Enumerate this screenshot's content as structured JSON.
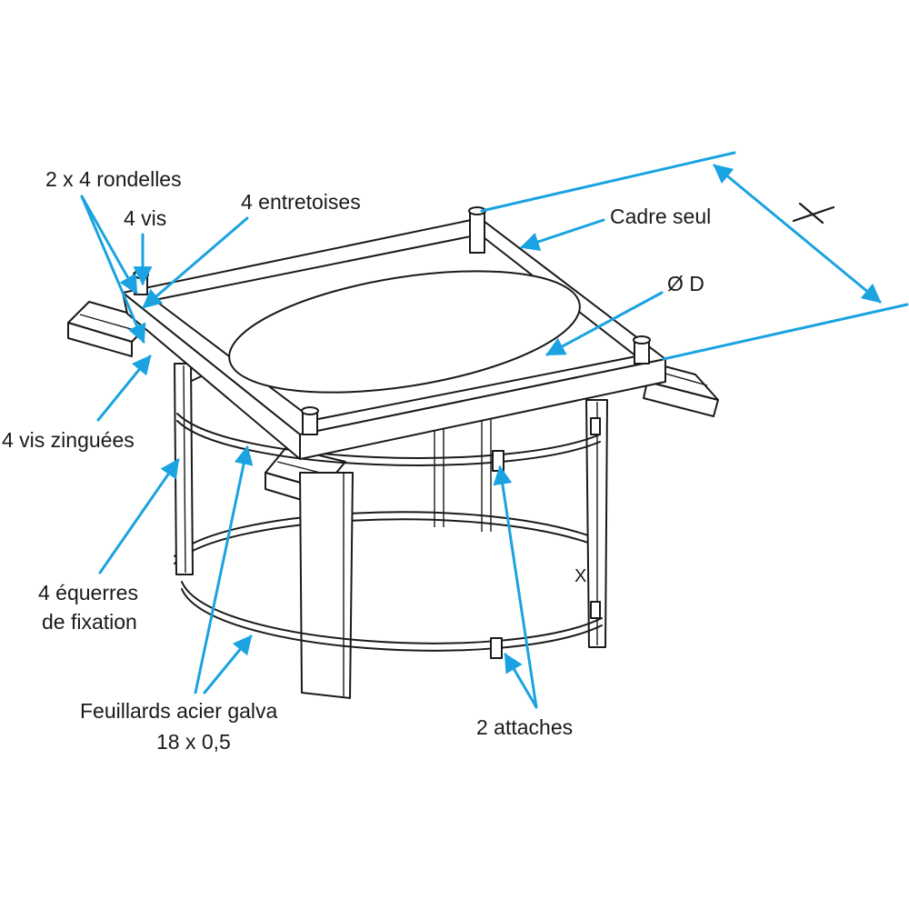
{
  "colors": {
    "pointer": "#1aa3e0",
    "ink": "#1a1a1a",
    "background": "#ffffff"
  },
  "labels": {
    "rondelles": "2 x 4 rondelles",
    "vis": "4 vis",
    "entretoises": "4 entretoises",
    "cadre_seul": "Cadre seul",
    "diametre": "Ø D",
    "dimension_x": "X",
    "vis_zinguees": "4 vis zinguées",
    "equerres_line1": "4 équerres",
    "equerres_line2": "de fixation",
    "feuillards_line1": "Feuillards acier galva",
    "feuillards_line2": "18 x 0,5",
    "attaches": "2 attaches",
    "x_mark": "X"
  }
}
